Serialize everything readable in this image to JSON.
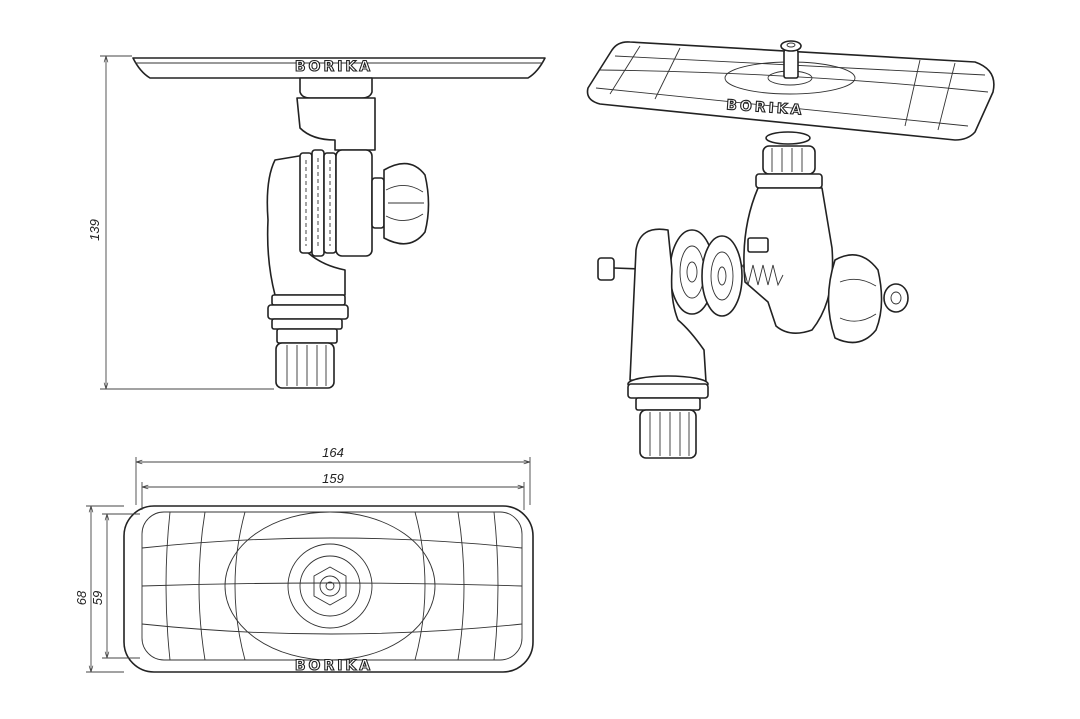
{
  "brand": "BORIKA",
  "dimensions": {
    "height": "139",
    "overall_width": "164",
    "inner_width": "159",
    "overall_depth": "68",
    "inner_depth": "59"
  }
}
